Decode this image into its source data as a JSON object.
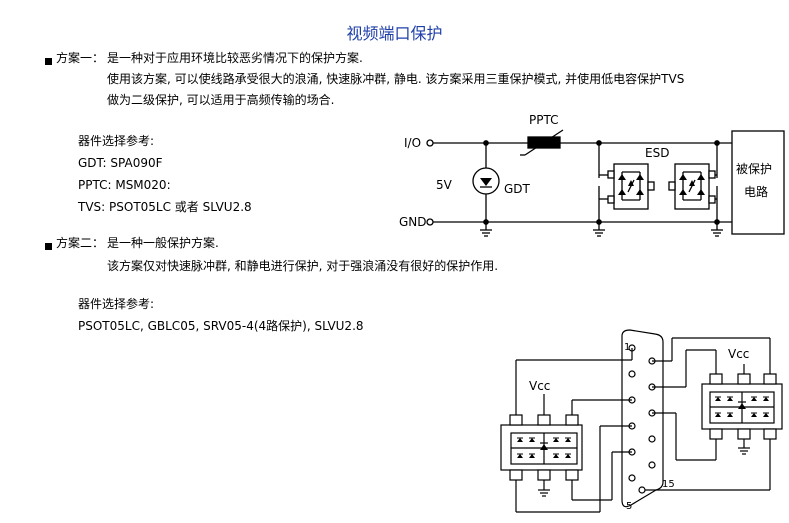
{
  "title": "视频端口保护",
  "scheme1": {
    "label": "方案一：",
    "lines": [
      "是一种对于应用环境比较恶劣情况下的保护方案.",
      "使用该方案, 可以使线路承受很大的浪涌, 快速脉冲群, 静电. 该方案采用三重保护模式, 并使用低电容保护TVS",
      "做为二级保护, 可以适用于高频传输的场合."
    ],
    "ref_title": "器件选择参考:",
    "refs": [
      "GDT: SPA090F",
      "PPTC: MSM020:",
      "TVS: PSOT05LC 或者 SLVU2.8"
    ]
  },
  "scheme2": {
    "label": "方案二：",
    "lines": [
      "是一种一般保护方案.",
      "该方案仅对快速脉冲群, 和静电进行保护, 对于强浪涌没有很好的保护作用."
    ],
    "ref_title": "器件选择参考:",
    "refs": [
      "PSOT05LC, GBLC05, SRV05-4(4路保护), SLVU2.8"
    ]
  },
  "circuit1": {
    "io": "I/O",
    "gnd": "GND",
    "pptc": "PPTC",
    "esd": "ESD",
    "v5": "5V",
    "gdt": "GDT",
    "protected_line1": "被保护",
    "protected_line2": "电路"
  },
  "circuit2": {
    "vcc_left": "Vcc",
    "vcc_right": "Vcc",
    "pin1": "1",
    "pin5": "5",
    "pin15": "15"
  },
  "colors": {
    "title": "#1f3fa8"
  }
}
